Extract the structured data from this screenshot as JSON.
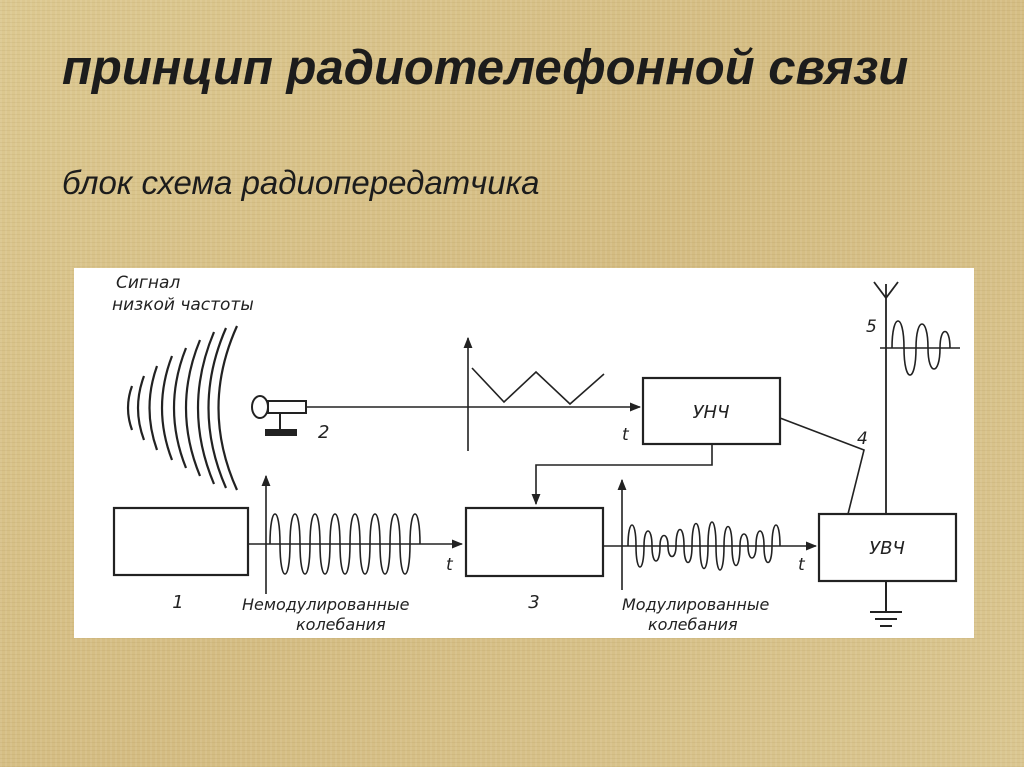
{
  "slide": {
    "title": "принцип радиотелефонной связи",
    "subtitle": "блок схема радиопередатчика"
  },
  "diagram": {
    "signal_label_line1": "Сигнал",
    "signal_label_line2": "низкой частоты",
    "mic_number": "2",
    "block_unch": "УНЧ",
    "block_uvch": "УВЧ",
    "block1_number": "1",
    "block3_number": "3",
    "antenna_number": "5",
    "link_number": "4",
    "t_label": "t",
    "unmodulated_line1": "Немодулированные",
    "unmodulated_line2": "колебания",
    "modulated_line1": "Модулированные",
    "modulated_line2": "колебания"
  }
}
